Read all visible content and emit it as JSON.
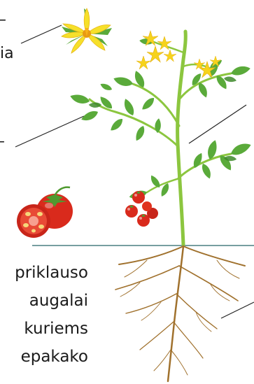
{
  "labels": {
    "flower_fragment": "–",
    "flower_fragment_2": "ia",
    "leaf_fragment": "–"
  },
  "paragraph_lines": [
    "priklauso",
    "augalai",
    "kuriems",
    "epakako"
  ],
  "colors": {
    "stem": "#8cc63f",
    "leaf": "#5aaa3a",
    "leaf_dark": "#3f8a2c",
    "flower": "#f6d31c",
    "flower_center": "#e89a12",
    "tomato": "#d92a1c",
    "soil_line": "#4a7f80",
    "root": "#a0712d",
    "leader": "#222222"
  }
}
